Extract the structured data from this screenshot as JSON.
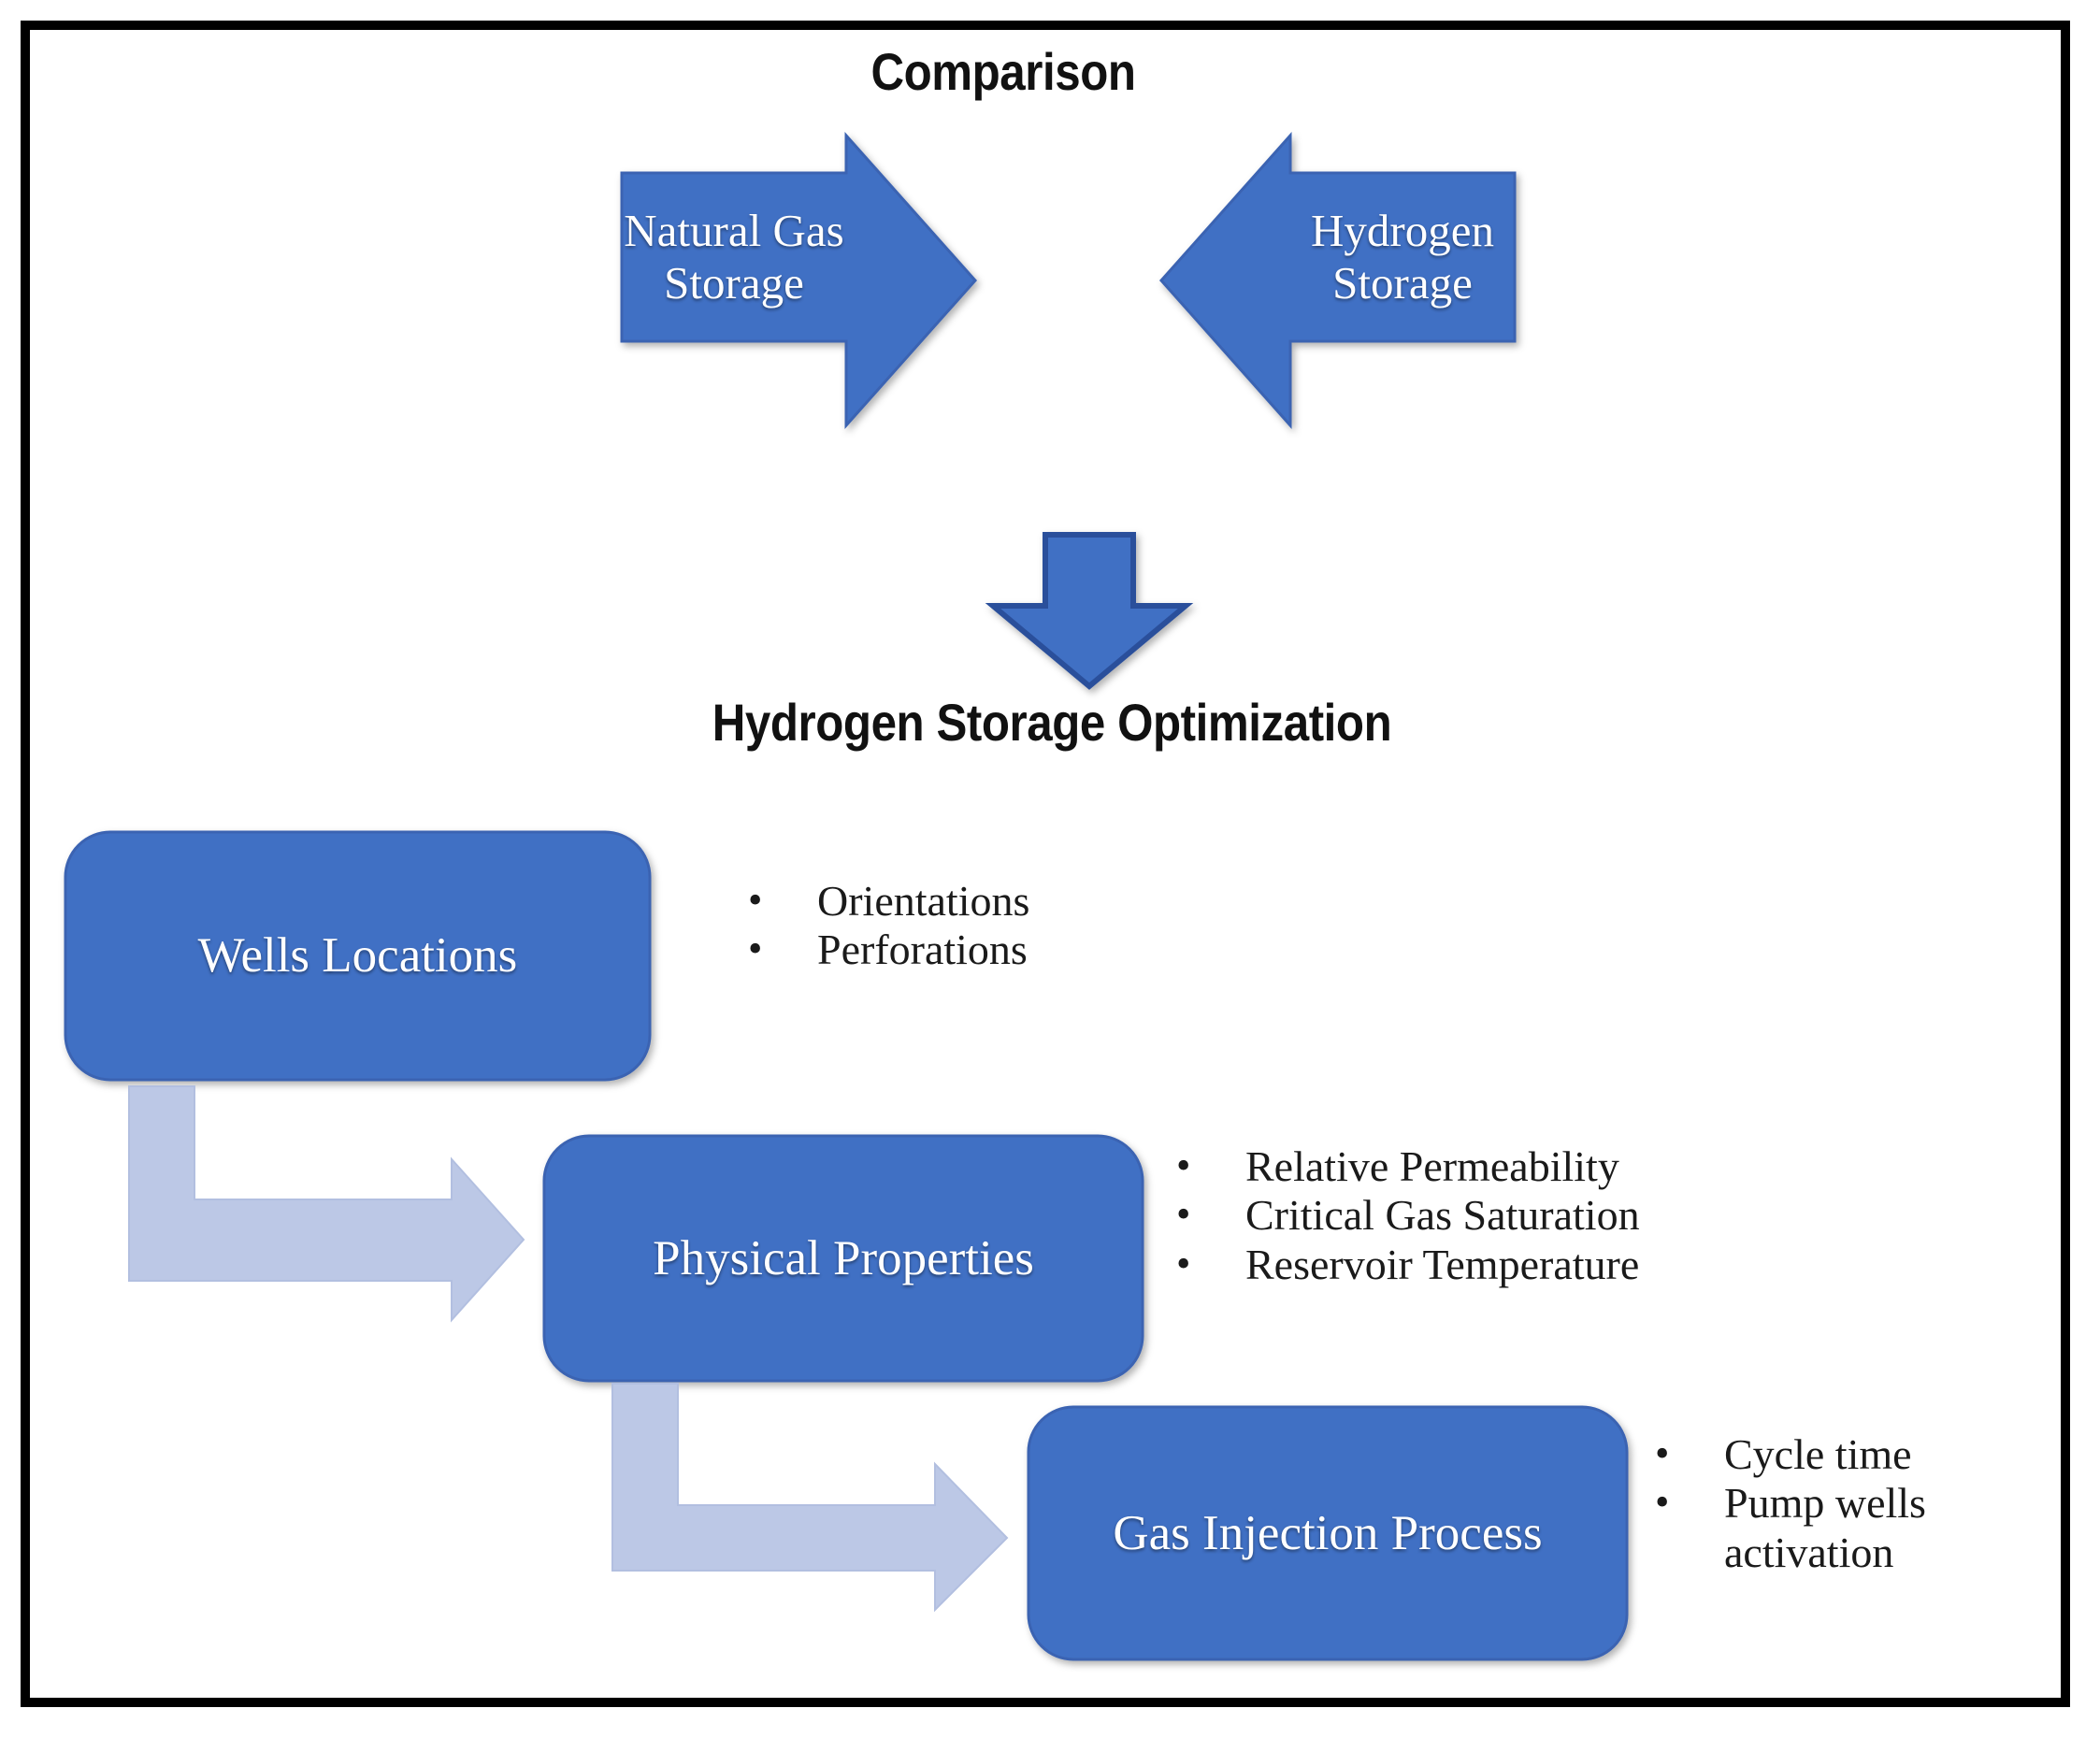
{
  "figure": {
    "headings": {
      "comparison": "Comparison",
      "optimization": "Hydrogen Storage Optimization"
    },
    "colors": {
      "box_fill": "#4070C4",
      "box_stroke": "#2B4F9B",
      "connector_fill": "#BCC8E6",
      "connector_stroke": "#B2BFE0",
      "frame": "#000000",
      "label_text": "#FFFFFF",
      "bullet_text": "#1A1A1A",
      "background": "#FFFFFF"
    },
    "comparison_arrows": [
      {
        "id": "natural-gas-storage-arrow",
        "label": "Natural Gas\nStorage",
        "direction": "right"
      },
      {
        "id": "hydrogen-storage-arrow",
        "label": "Hydrogen\nStorage",
        "direction": "left"
      }
    ],
    "down_arrow": {
      "id": "down-arrow",
      "direction": "down"
    },
    "stages": [
      {
        "id": "wells-locations",
        "label": "Wells  Locations",
        "bullets": [
          "Orientations",
          "Perforations"
        ],
        "bullet_marker": "•"
      },
      {
        "id": "physical-properties",
        "label": "Physical Properties",
        "bullets": [
          "Relative Permeability",
          "Critical Gas Saturation",
          "Reservoir Temperature"
        ],
        "bullet_marker": "•"
      },
      {
        "id": "gas-injection-process",
        "label": "Gas Injection Process",
        "bullets": [
          "Cycle time",
          "Pump wells activation"
        ],
        "bullet_marker": "•"
      }
    ],
    "connectors": [
      {
        "id": "connector-wells-to-physical",
        "from": "wells-locations",
        "to": "physical-properties"
      },
      {
        "id": "connector-physical-to-gas",
        "from": "physical-properties",
        "to": "gas-injection-process"
      }
    ]
  }
}
